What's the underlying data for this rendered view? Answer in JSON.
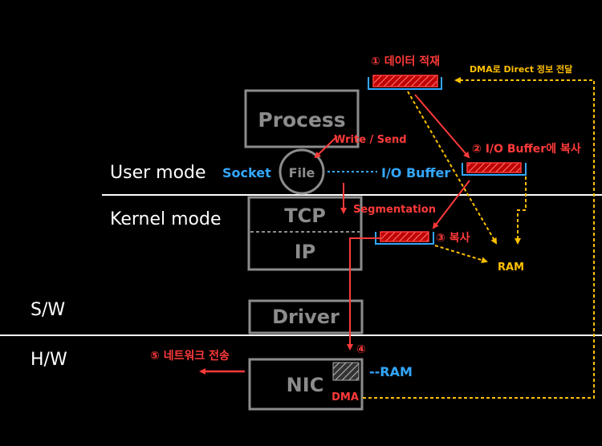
{
  "modes": {
    "user": "User mode",
    "kernel": "Kernel mode",
    "sw": "S/W",
    "hw": "H/W"
  },
  "boxes": {
    "process": "Process",
    "file": "File",
    "tcp": "TCP",
    "ip": "IP",
    "driver": "Driver",
    "nic": "NIC"
  },
  "labels": {
    "socket": "Socket",
    "io_buffer": "I/O Buffer",
    "ram_link": "--RAM",
    "dma": "DMA",
    "write_send": "Write / Send",
    "segmentation": "Segmentation",
    "step1": "① 데이터 적재",
    "step2": "② I/O Buffer에 복사",
    "step3": "③ 복사",
    "step4": "④",
    "step5": "⑤ 네트워크 전송",
    "dma_direct": "DMA로 Direct 정보 전달",
    "ram": "RAM"
  },
  "colors": {
    "red": "#ff3a3a",
    "blue": "#33a7ff",
    "yellow": "#ffc000",
    "gray": "#8c8c8c"
  }
}
